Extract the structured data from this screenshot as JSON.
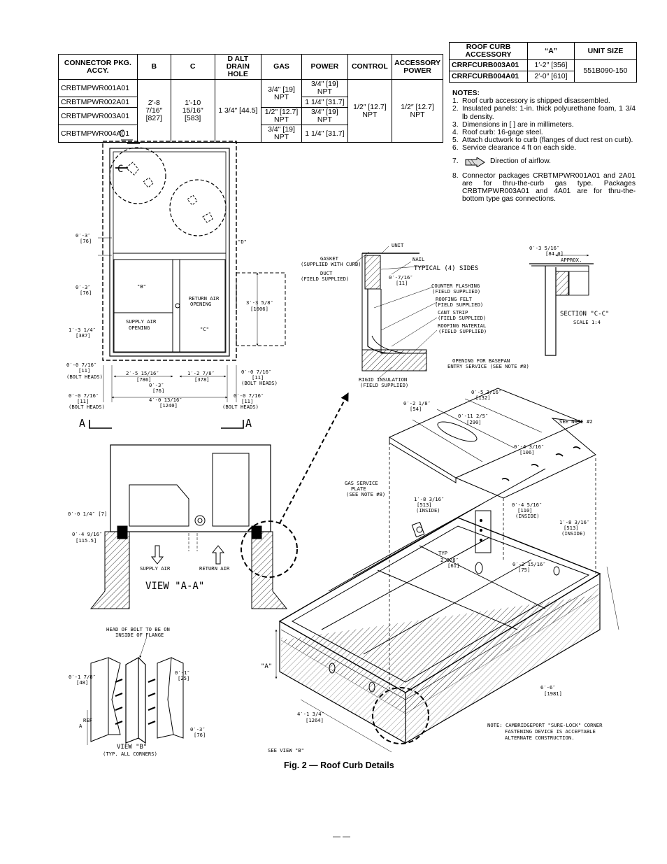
{
  "connector_table": {
    "headers": [
      "CONNECTOR PKG. ACCY.",
      "B",
      "C",
      "D ALT DRAIN HOLE",
      "GAS",
      "POWER",
      "CONTROL",
      "ACCESSORY POWER"
    ],
    "rows": [
      {
        "pkg": "CRBTMPWR001A01",
        "gas": "3/4\" [19] NPT",
        "power": "3/4\" [19] NPT"
      },
      {
        "pkg": "CRBTMPWR002A01",
        "gas": "",
        "power": "1 1/4\" [31.7]"
      },
      {
        "pkg": "CRBTMPWR003A01",
        "gas": "1/2\" [12.7] NPT",
        "power": "3/4\" [19] NPT"
      },
      {
        "pkg": "CRBTMPWR004A01",
        "gas": "3/4\" [19] NPT",
        "power": "1 1/4\" [31.7]"
      }
    ],
    "b": "2′-8 7/16″ [827]",
    "c": "1′-10 15/16″ [583]",
    "d": "1 3/4″ [44.5]",
    "control": "1/2″ [12.7] NPT",
    "accessory_power": "1/2″ [12.7] NPT"
  },
  "curb_table": {
    "headers": [
      "ROOF CURB ACCESSORY",
      "“A”",
      "UNIT SIZE"
    ],
    "rows": [
      {
        "accessory": "CRRFCURB003A01",
        "a": "1′-2″ [356]"
      },
      {
        "accessory": "CRRFCURB004A01",
        "a": "2′-0″ [610]"
      }
    ],
    "unit_size": "551B090-150"
  },
  "notes": {
    "title": "NOTES:",
    "items": [
      "Roof curb accessory is shipped disassembled.",
      "Insulated panels: 1-in. thick polyurethane foam, 1 3/4 lb density.",
      "Dimensions in [  ] are in millimeters.",
      "Roof curb: 16-gage steel.",
      "Attach ductwork to curb (flanges of duct rest on curb).",
      "Service clearance 4 ft on each side.",
      "Direction of airflow.",
      "Connector packages CRBTMPWR001A01 and 2A01 are for thru-the-curb gas type. Packages CRBTMPWR003A01 and 4A01 are for thru-the-bottom type gas connections."
    ]
  },
  "drawing": {
    "plan": {
      "section_mark": "C",
      "view_marker": "A",
      "dim_03_a": "0′-3″",
      "dim_03_a_mm": "[76]",
      "dim_03_b": "0′-3″",
      "dim_03_b_mm": "[76]",
      "dim_134": "1′-3 1/4″",
      "dim_134_mm": "[387]",
      "dim_007_a": "0′-0 7/16″",
      "dim_007_a_mm": "[11]",
      "bolt_heads": "(BOLT HEADS)",
      "dim_007_b": "0′-0 7/16″",
      "dim_007_b_mm": "[11]",
      "dim_007_c": "0′-0 7/16″",
      "dim_007_c_mm": "[11]",
      "dim_007_d": "0′-0 7/16″",
      "dim_007_d_mm": "[11]",
      "dim_2515": "2′-5 15/16″",
      "dim_2515_mm": "[786]",
      "dim_03_c": "0′-3″",
      "dim_03_c_mm": "[76]",
      "dim_1278": "1′-2 7/8″",
      "dim_1278_mm": "[378]",
      "dim_40": "4′-0 13/16″",
      "dim_40_mm": "[1240]",
      "dim_335": "3′-3 5/8″",
      "dim_335_mm": "[1006]",
      "label_d": "\"D\"",
      "label_b": "\"B\"",
      "label_c": "\"C\"",
      "return_air_1": "RETURN AIR",
      "return_air_2": "OPENING",
      "supply_air_1": "SUPPLY AIR",
      "supply_air_2": "OPENING"
    },
    "view_aa": {
      "title": "VIEW \"A-A\"",
      "dim_014": "0′-0 1/4″ [7]",
      "dim_049": "0′-4 9/16″",
      "dim_049_mm": "[115.5]",
      "supply_air": "SUPPLY AIR",
      "return_air": "RETURN AIR"
    },
    "detail": {
      "unit": "UNIT",
      "gasket_1": "GASKET",
      "gasket_2": "(SUPPLIED WITH CURB)",
      "nail": "NAIL",
      "typical": "TYPICAL (4) SIDES",
      "duct_1": "DUCT",
      "duct_2": "(FIELD SUPPLIED)",
      "dim_0716": "0′-7/16″",
      "dim_0716_mm": "[11]",
      "counter_1": "COUNTER FLASHING",
      "counter_2": "(FIELD SUPPLIED)",
      "felt_1": "ROOFING FELT",
      "felt_2": "(FIELD SUPPLIED)",
      "cant_1": "CANT STRIP",
      "cant_2": "(FIELD SUPPLIED)",
      "mat_1": "ROOFING MATERIAL",
      "mat_2": "(FIELD SUPPLIED)",
      "rigid_1": "RIGID INSULATION",
      "rigid_2": "(FIELD SUPPLIED)"
    },
    "section_cc": {
      "dim": "0′-3 5/16″",
      "dim_mm": "[84.0]",
      "approx": "APPROX.",
      "title": "SECTION \"C-C\"",
      "scale": "SCALE 1:4"
    },
    "iso": {
      "basepan_1": "OPENING FOR BASEPAN",
      "basepan_2": "ENTRY SERVICE (SEE NOTE #8)",
      "dim_0536": "0′-5 3/16″",
      "dim_0536_mm": "[132]",
      "dim_0218": "0′-2 1/8″",
      "dim_0218_mm": "[54]",
      "dim_01125": "0′-11 2/5″",
      "dim_01125_mm": "[290]",
      "see_note2": "SEE NOTE #2",
      "dim_0436": "0′-4 3/16″",
      "dim_0436_mm": "[106]",
      "gas_plate_1": "GAS SERVICE",
      "gas_plate_2": "PLATE",
      "gas_plate_3": "(SEE NOTE #8)",
      "dim_1836": "1′-8 3/16″",
      "dim_1836_mm": "[513]",
      "dim_1836_in": "(INSIDE)",
      "dim_0456": "0′-4 5/16″",
      "dim_0456_mm": "[110]",
      "dim_0456_in": "(INSIDE)",
      "dim_1836b": "1′-8 3/16″",
      "dim_1836b_mm": "[513]",
      "dim_1836b_in": "(INSIDE)",
      "typ": "TYP",
      "typ_dim": "2 3/8″",
      "typ_mm": "[61]",
      "dim_02156": "0′-2 15/16″",
      "dim_02156_mm": "[75]",
      "label_a": "\"A\"",
      "dim_66": "6′-6″",
      "dim_66_mm": "[1981]",
      "dim_4134": "4′-1 3/4″",
      "dim_4134_mm": "[1264]",
      "note_1": "NOTE: CAMBRIDGEPORT \"SURE-LOCK\" CORNER",
      "note_2": "FASTENING DEVICE IS ACCEPTABLE",
      "note_3": "ALTERNATE CONSTRUCTION.",
      "see_view_b": "SEE VIEW \"B\""
    },
    "view_b": {
      "head_1": "HEAD OF BOLT TO BE ON",
      "head_2": "INSIDE OF FLANGE",
      "dim_0178": "0′-1 7/8″",
      "dim_0178_mm": "[48]",
      "dim_01": "0′-1″",
      "dim_01_mm": "[25]",
      "ref": "REF",
      "a": "A",
      "dim_03": "0′-3″",
      "dim_03_mm": "[76]",
      "title": "VIEW \"B\"",
      "sub": "(TYP. ALL CORNERS)"
    }
  },
  "caption": "Fig. 2 — Roof Curb Details",
  "page_number": "— —"
}
